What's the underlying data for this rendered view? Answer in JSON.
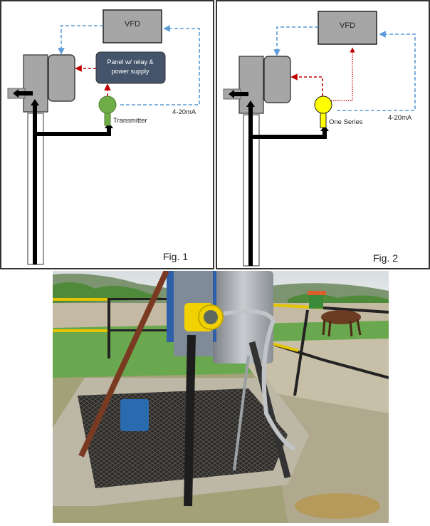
{
  "figures": [
    {
      "id": "fig1",
      "caption": "Fig. 1",
      "vfd_label": "VFD",
      "panel_label_line1": "Panel w/ relay &",
      "panel_label_line2": "power supply",
      "sensor_label": "Transmitter",
      "signal_label": "4-20mA",
      "sensor_color": "#70ad47"
    },
    {
      "id": "fig2",
      "caption": "Fig. 2",
      "vfd_label": "VFD",
      "sensor_label": "One Series",
      "signal_label": "4-20mA",
      "sensor_color": "#ffff00"
    }
  ],
  "colors": {
    "equipment_gray": "#a6a6a6",
    "panel_navy": "#44546a",
    "signal_blue": "#5b9bd5",
    "relay_red": "#c00000",
    "pipe_black": "#000000"
  },
  "photo": {
    "subject": "wellhead-with-yellow-pressure-transmitter"
  }
}
